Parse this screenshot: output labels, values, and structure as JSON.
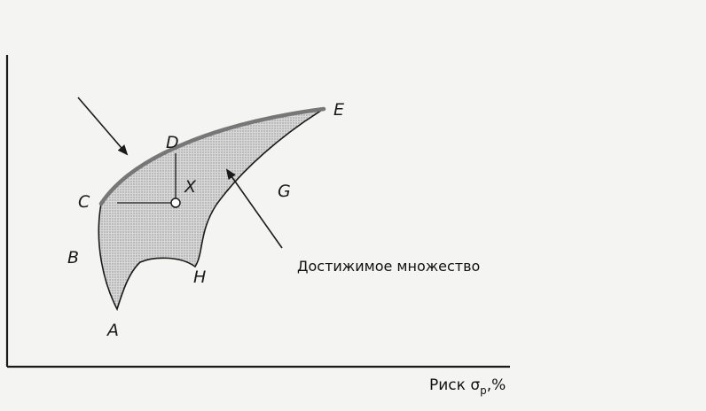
{
  "diagram": {
    "points": {
      "A": "A",
      "B": "B",
      "C": "C",
      "D": "D",
      "E": "E",
      "G": "G",
      "H": "H",
      "X": "X"
    },
    "region_label": "Достижимое множество",
    "x_axis_label": "Риск σp, %",
    "x_axis_label_main": "Риск σ",
    "x_axis_label_sub": "p",
    "x_axis_label_unit": ",%",
    "colors": {
      "region_fill": "#cfcfcf",
      "efficient_frontier": "#7a7a7a",
      "ink": "#1a1a1a"
    }
  }
}
